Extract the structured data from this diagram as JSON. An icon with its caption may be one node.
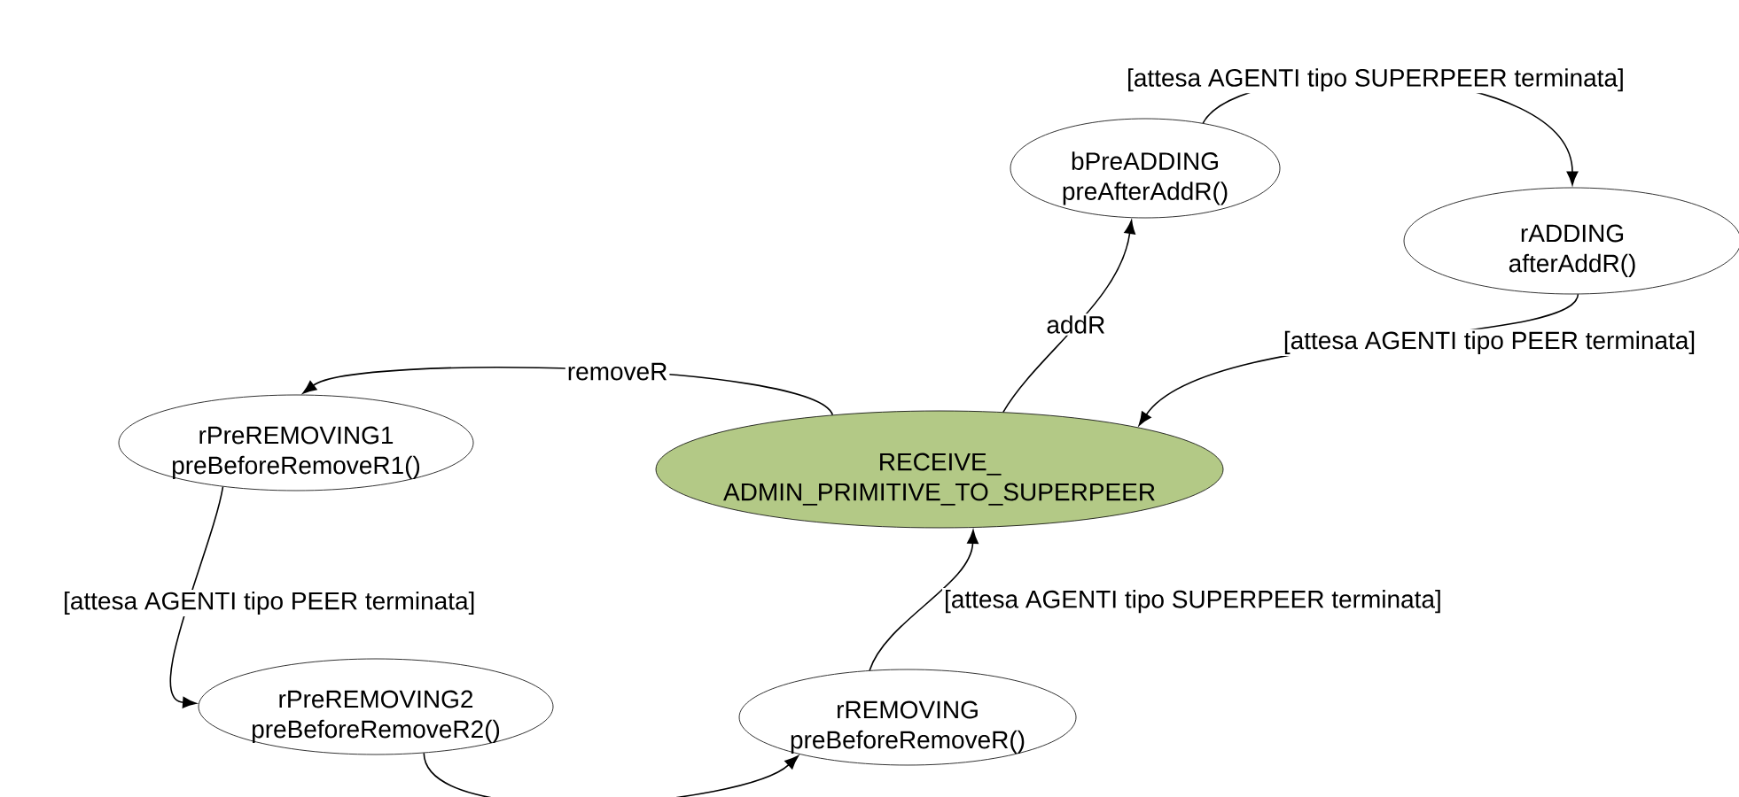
{
  "diagram": {
    "nodes": [
      {
        "text": [
          "RECEIVE_ ADMIN_PRIMITIVE_TO_SUPERPEER"
        ]
      },
      {
        "text": [
          "bPreADDING preAfterAddR()"
        ]
      },
      {
        "text": [
          "rADDING afterAddR()"
        ]
      },
      {
        "text": [
          "rPreREMOVING1 preBeforeRemoveR1()"
        ]
      },
      {
        "text": [
          "rPreREMOVING2 preBeforeRemoveR2()"
        ]
      },
      {
        "text": [
          "rREMOVING preBeforeRemoveR()"
        ]
      }
    ],
    "edges": [
      {
        "from": 0,
        "to": 1,
        "arrow": "to",
        "label": "addR"
      },
      {
        "from": 1,
        "to": 2,
        "arrow": "to",
        "label": "[attesa AGENTI tipo SUPERPEER terminata]"
      },
      {
        "from": 2,
        "to": 0,
        "arrow": "to",
        "label": "[attesa AGENTI tipo PEER terminata]"
      },
      {
        "from": 0,
        "to": 3,
        "arrow": "to",
        "label": "removeR"
      },
      {
        "from": 3,
        "to": 4,
        "arrow": "to",
        "label": "[attesa AGENTI tipo PEER terminata]"
      },
      {
        "from": 4,
        "to": 5,
        "arrow": "to"
      },
      {
        "from": 5,
        "to": 0,
        "arrow": "to",
        "label": "[attesa AGENTI tipo SUPERPEER terminata]"
      }
    ]
  }
}
